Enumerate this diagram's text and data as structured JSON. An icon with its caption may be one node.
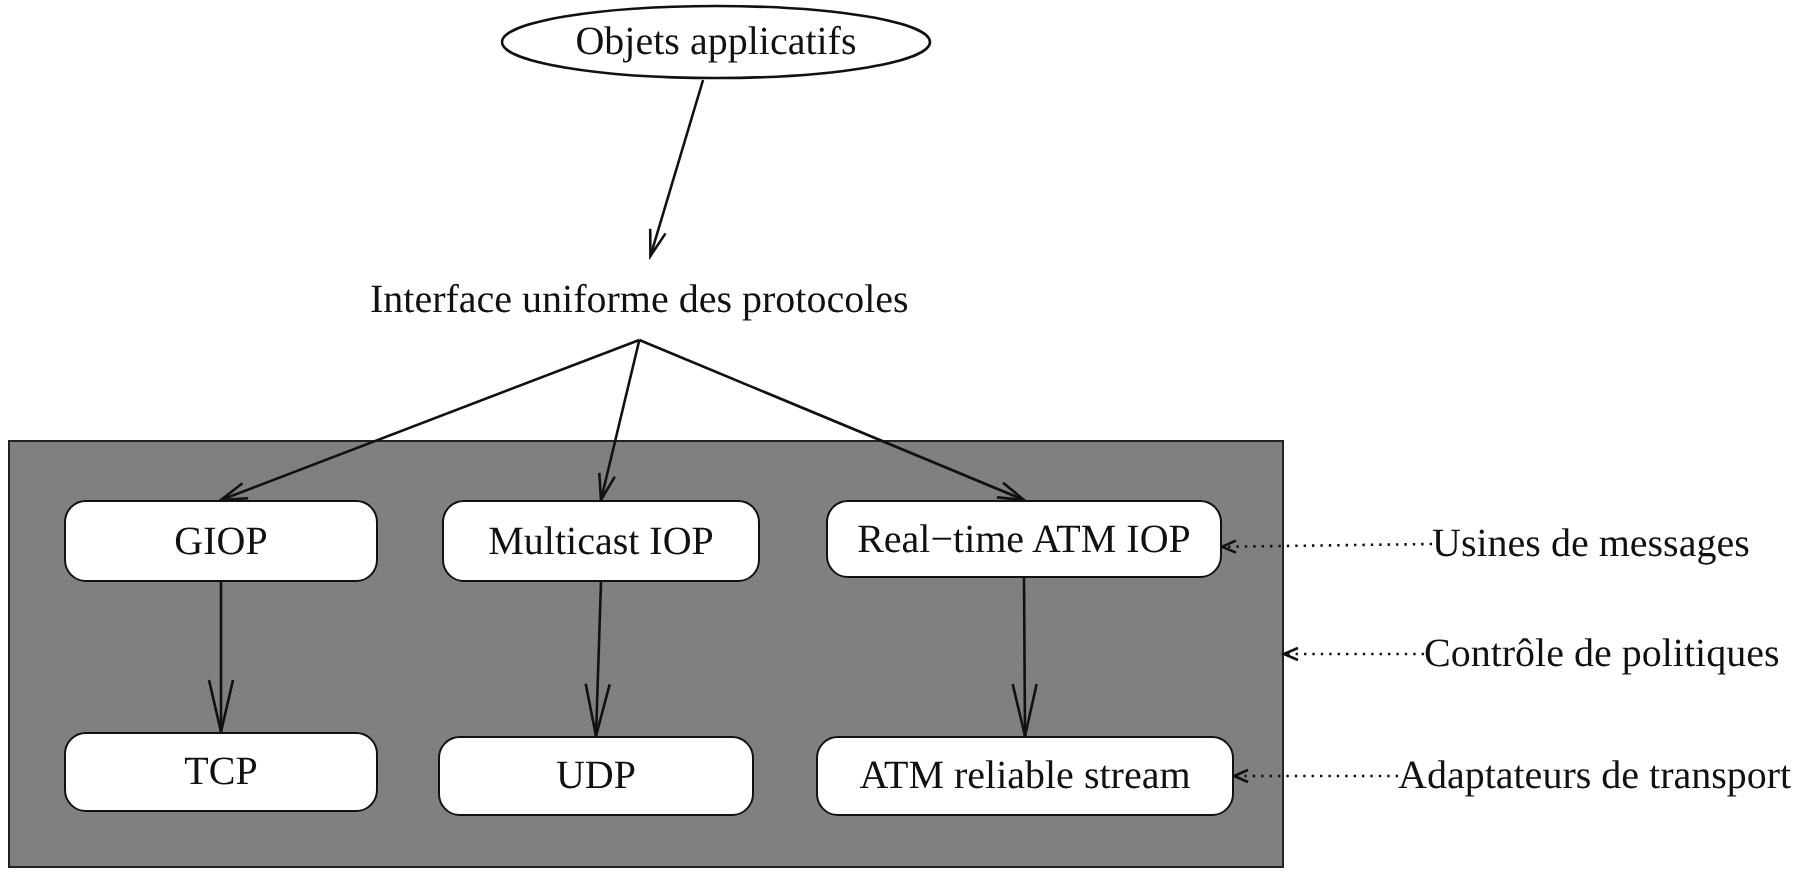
{
  "diagram": {
    "nodes": [
      {
        "text": [
          "Objets applicatifs"
        ]
      },
      {
        "text": [
          "Interface uniforme des protocoles"
        ]
      },
      {
        "text": [],
        "shape": "box"
      },
      {
        "text": [
          "GIOP"
        ],
        "in": 2
      },
      {
        "text": [
          "Multicast IOP"
        ],
        "in": 2
      },
      {
        "text": [
          "Real−time ATM IOP"
        ],
        "in": 2
      },
      {
        "text": [
          "TCP"
        ],
        "in": 2
      },
      {
        "text": [
          "UDP"
        ],
        "in": 2
      },
      {
        "text": [
          "ATM reliable stream"
        ],
        "in": 2
      },
      {
        "text": [
          "Usines de messages"
        ]
      },
      {
        "text": [
          "Contrôle de politiques"
        ]
      },
      {
        "text": [
          "Adaptateurs de transport"
        ]
      }
    ],
    "edges": [
      {
        "from": 0,
        "to": 1,
        "arrow": "to"
      },
      {
        "from": 1,
        "to": 3,
        "arrow": "to"
      },
      {
        "from": 1,
        "to": 4,
        "arrow": "to"
      },
      {
        "from": 1,
        "to": 5,
        "arrow": "to"
      },
      {
        "from": 3,
        "to": 6,
        "arrow": "to"
      },
      {
        "from": 4,
        "to": 7,
        "arrow": "to"
      },
      {
        "from": 5,
        "to": 8,
        "arrow": "to"
      },
      {
        "from": 9,
        "to": 5,
        "arrow": "to",
        "style": "dashed"
      },
      {
        "from": 10,
        "to": 2,
        "arrow": "to",
        "style": "dashed"
      },
      {
        "from": 11,
        "to": 8,
        "arrow": "to",
        "style": "dashed"
      }
    ]
  }
}
